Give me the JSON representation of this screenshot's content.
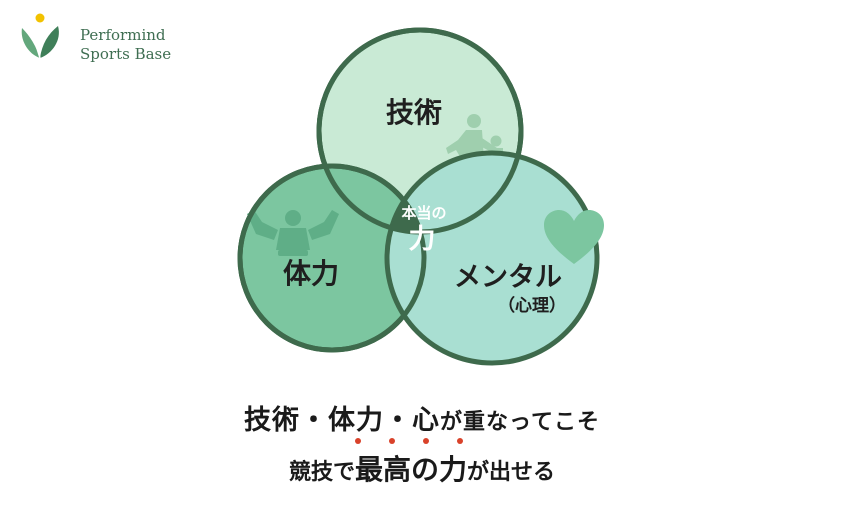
{
  "logo": {
    "line1": "Performind",
    "line2": "Sports Base"
  },
  "venn": {
    "top": "技術",
    "left": "体力",
    "right": "メンタル",
    "right_sub": "（心理）",
    "center_small": "本当の",
    "center_big": "力"
  },
  "caption": {
    "line1_main": "技術・体力・心",
    "line1_tail": "が重なってこそ",
    "line2_head": "競技で",
    "line2_emph": "最高の力",
    "line2_tail": "が出せる"
  },
  "colors": {
    "circle_top": "#c9ead5",
    "circle_left": "#7cc6a0",
    "circle_right": "#a9dfd2",
    "outline": "#3e6a4c",
    "center": "#3e6a4c",
    "emphasis_dots": "#d9422a"
  },
  "icons": [
    "logo-leaf-icon",
    "soccer-player-icon",
    "strongman-icon",
    "heart-icon"
  ]
}
